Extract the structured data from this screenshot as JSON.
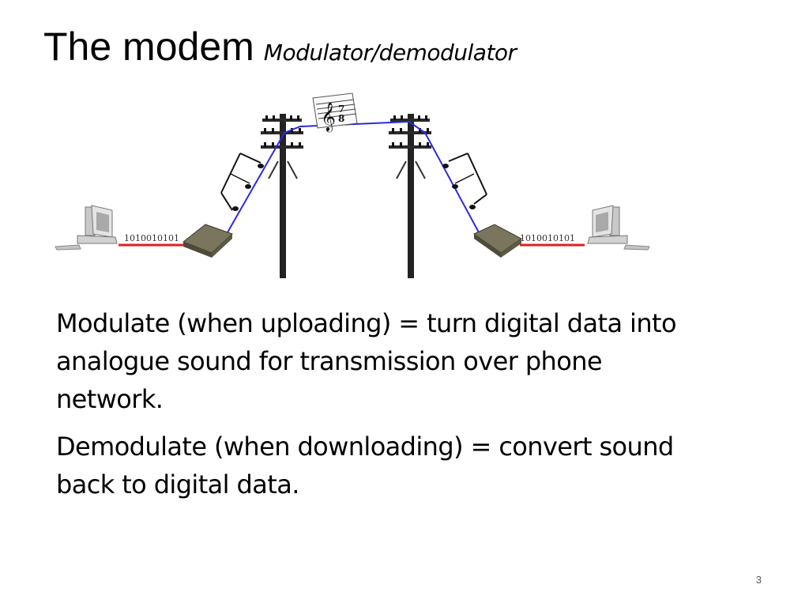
{
  "slide": {
    "title": "The modem",
    "subtitle": "Modulator/demodulator",
    "paragraphs": [
      "Modulate (when uploading) = turn digital data into analogue sound for transmission over phone network.",
      "Demodulate (when downloading) = convert sound back to digital data."
    ],
    "page_number": "3"
  },
  "diagram": {
    "left_binary": "1010010101",
    "right_binary": "1010010101",
    "colors": {
      "digital_line": "#e02020",
      "analog_line": "#2a2ae0",
      "pole": "#222222",
      "modem": "#6a6650"
    },
    "icons": [
      "computer-icon",
      "modem-icon",
      "telephone-pole-icon",
      "music-notes-icon"
    ]
  }
}
